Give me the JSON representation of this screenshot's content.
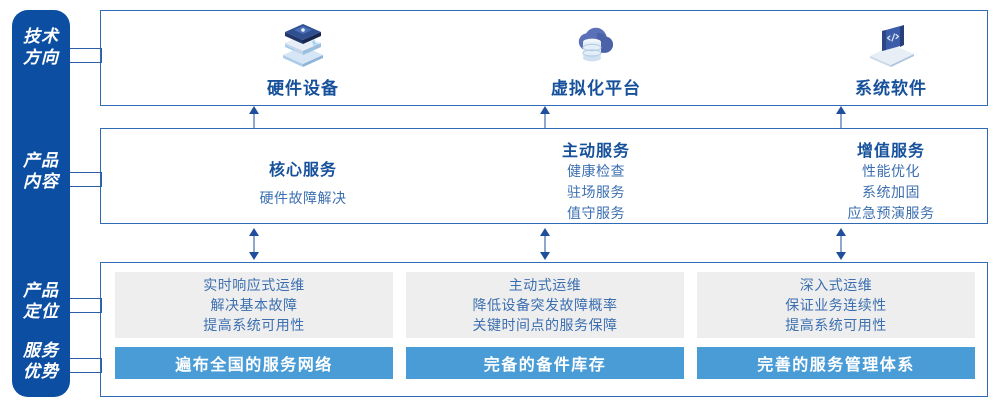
{
  "colors": {
    "rail": "#0b4ea2",
    "panel_border": "#2f6bb4",
    "heading": "#17519b",
    "body_text": "#3c6fb0",
    "gray_box": "#eeeeee",
    "blue_bar": "#4a9cd6",
    "arrow": "#1f4e9c"
  },
  "rail": {
    "labels": [
      {
        "id": "tech-direction",
        "line1": "技术",
        "line2": "方向"
      },
      {
        "id": "product-content",
        "line1": "产品",
        "line2": "内容"
      },
      {
        "id": "product-position",
        "line1": "产品",
        "line2": "定位"
      },
      {
        "id": "service-advantage",
        "line1": "服务",
        "line2": "优势"
      }
    ]
  },
  "tech_row": {
    "items": [
      {
        "icon": "server-stack-icon",
        "label": "硬件设备"
      },
      {
        "icon": "cloud-database-icon",
        "label": "虚拟化平台"
      },
      {
        "icon": "laptop-code-icon",
        "label": "系统软件"
      }
    ]
  },
  "content_row": {
    "columns": [
      {
        "title": "核心服务",
        "items": [
          "硬件故障解决"
        ]
      },
      {
        "title": "主动服务",
        "items": [
          "健康检查",
          "驻场服务",
          "值守服务"
        ]
      },
      {
        "title": "增值服务",
        "items": [
          "性能优化",
          "系统加固",
          "应急预演服务"
        ]
      }
    ]
  },
  "bottom_row": {
    "columns": [
      {
        "positioning": [
          "实时响应式运维",
          "解决基本故障",
          "提高系统可用性"
        ],
        "advantage": "遍布全国的服务网络"
      },
      {
        "positioning": [
          "主动式运维",
          "降低设备突发故障概率",
          "关键时间点的服务保障"
        ],
        "advantage": "完备的备件库存"
      },
      {
        "positioning": [
          "深入式运维",
          "保证业务连续性",
          "提高系统可用性"
        ],
        "advantage": "完善的服务管理体系"
      }
    ]
  }
}
